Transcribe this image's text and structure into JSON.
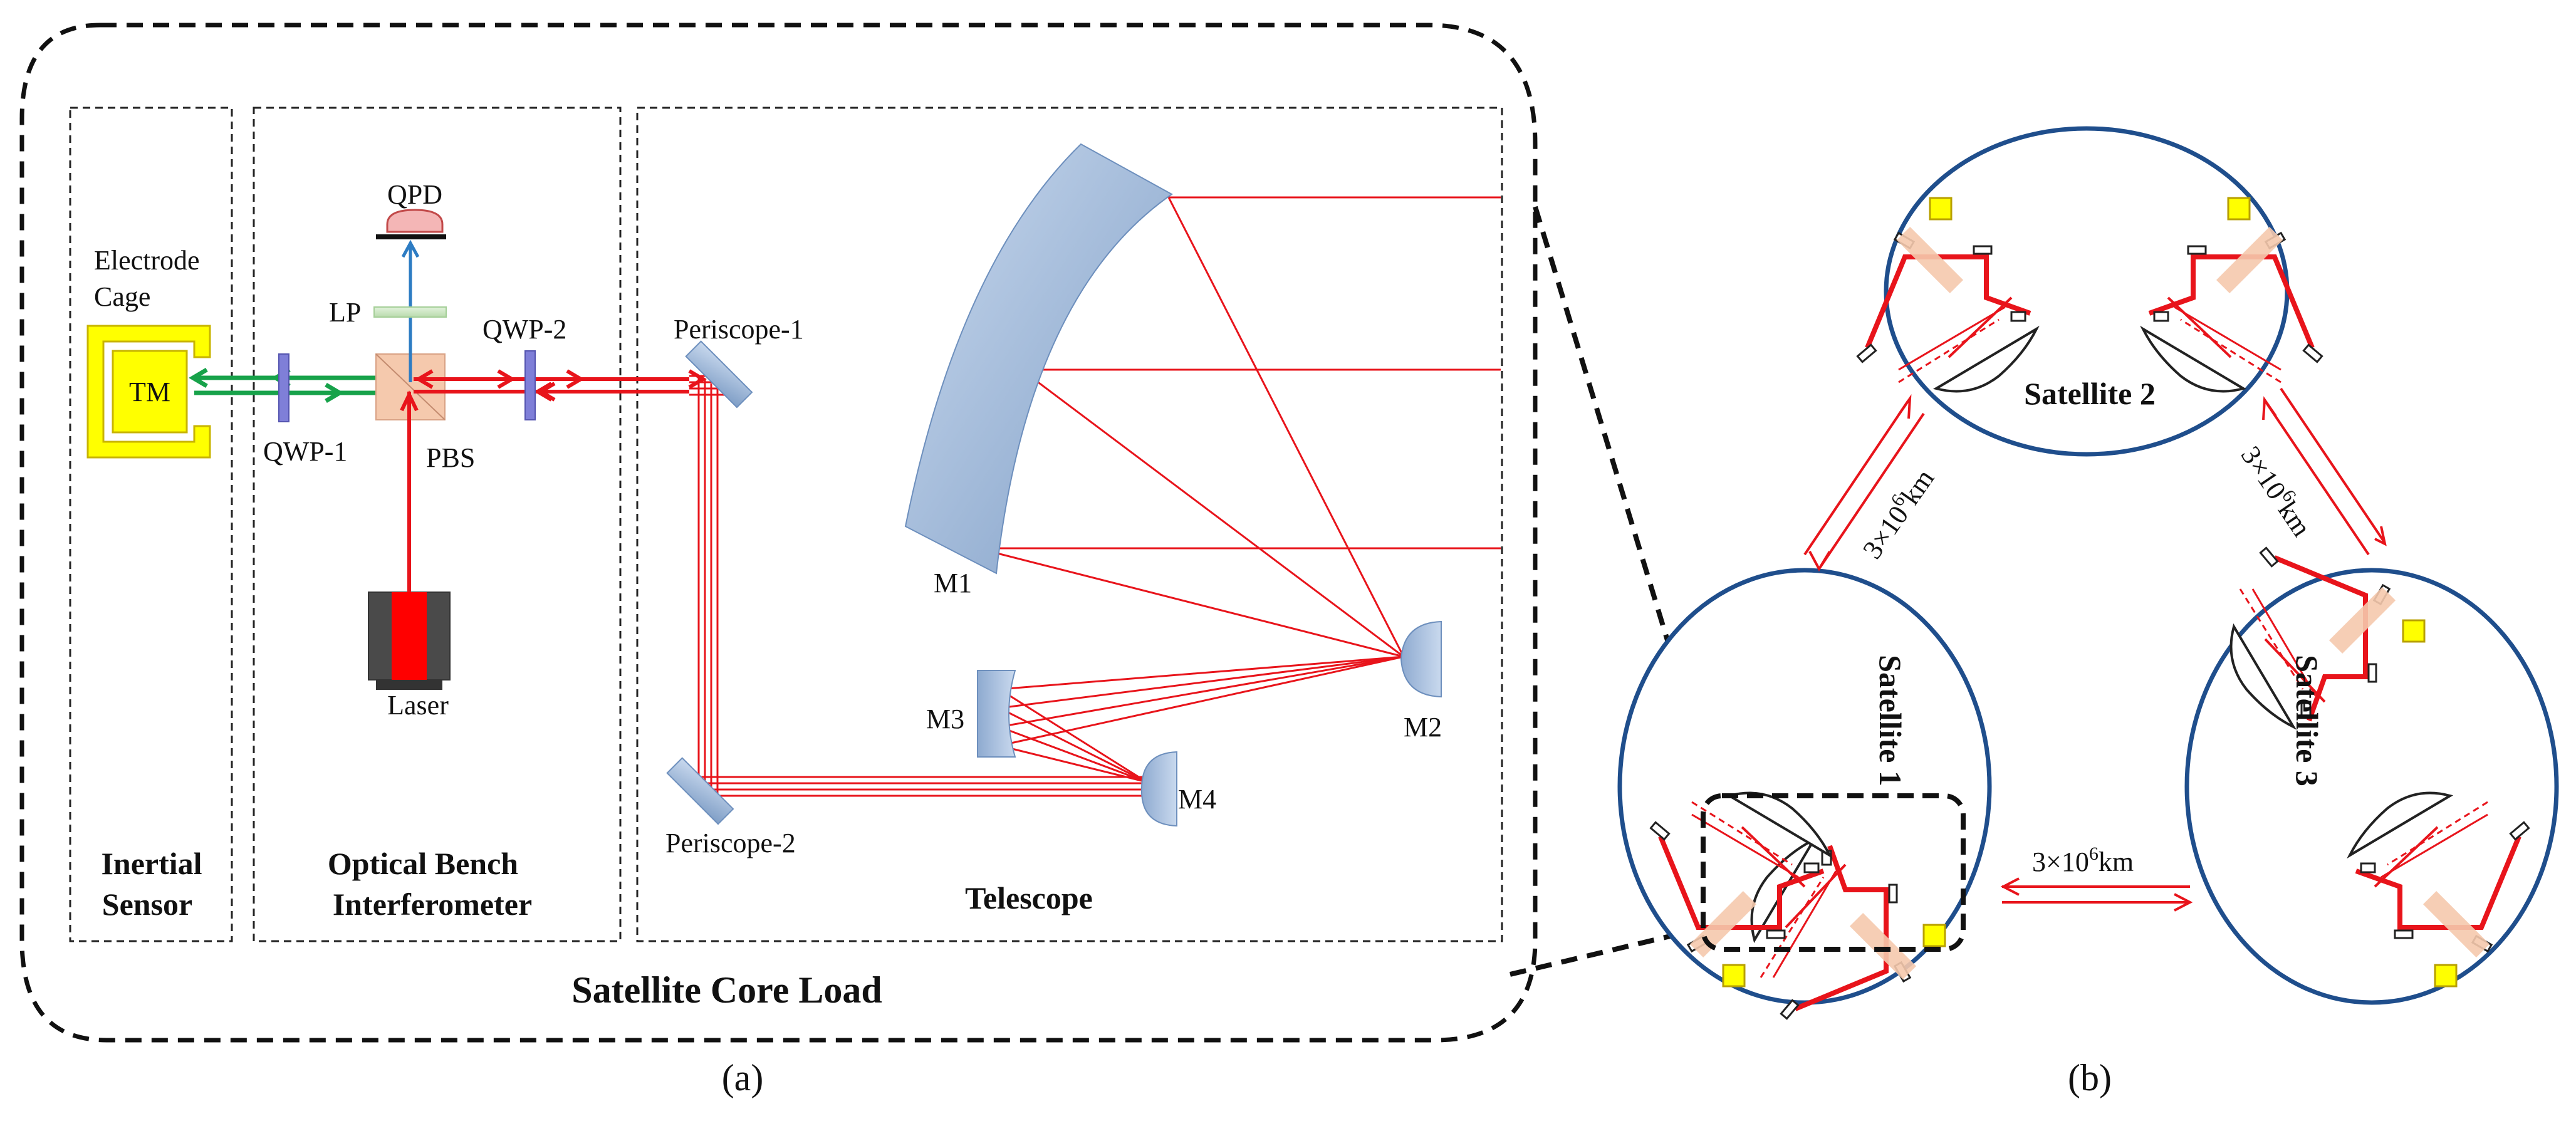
{
  "panel_a": {
    "title": "Satellite Core Load",
    "caption": "(a)",
    "sections": {
      "inertial_sensor": [
        "Inertial",
        "Sensor"
      ],
      "optical_bench": [
        "Optical Bench",
        "Interferometer"
      ],
      "telescope": "Telescope"
    },
    "components": {
      "electrode_cage": [
        "Electrode",
        "Cage"
      ],
      "test_mass": "TM",
      "qpd": "QPD",
      "lp": "LP",
      "qwp1": "QWP-1",
      "qwp2": "QWP-2",
      "pbs": "PBS",
      "laser": "Laser",
      "periscope1": "Periscope-1",
      "periscope2": "Periscope-2",
      "m1": "M1",
      "m2": "M2",
      "m3": "M3",
      "m4": "M4"
    }
  },
  "panel_b": {
    "caption": "(b)",
    "satellites": [
      "Satellite 1",
      "Satellite 2",
      "Satellite 3"
    ],
    "arm_length": {
      "base": "3×10",
      "exponent": "6",
      "unit": "km"
    }
  },
  "colors": {
    "laser_beam": "#e8141b",
    "local_beam": "#17a24a",
    "signal_beam": "#2d7cc3",
    "mirror": "#a9c2e0",
    "waveplate": "#7f7fd8",
    "test_mass": "#ffff00",
    "satellite_outline": "#1f4e8c",
    "pbs": "#f5c9ad"
  }
}
